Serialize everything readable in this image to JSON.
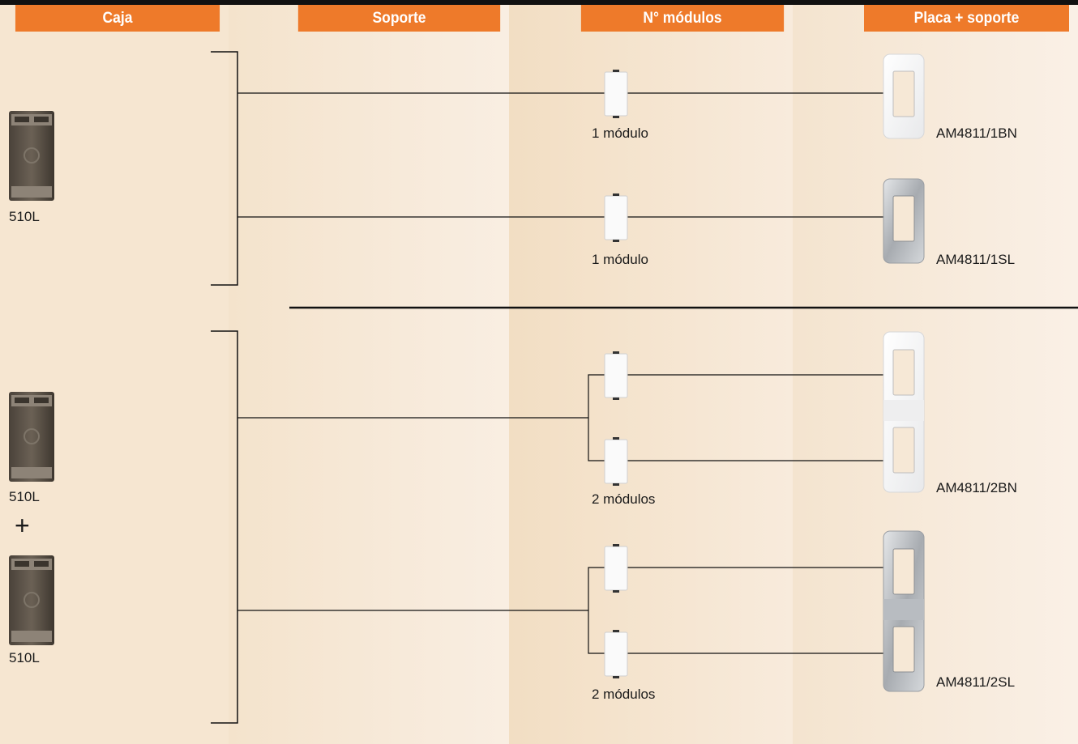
{
  "headers": {
    "caja": "Caja",
    "soporte": "Soporte",
    "modulos": "N° módulos",
    "placa": "Placa + soporte"
  },
  "rows": [
    {
      "module_label": "1 módulo",
      "plate_code": "AM4811/1BN",
      "plate_finish": "white"
    },
    {
      "module_label": "1 módulo",
      "plate_code": "AM4811/1SL",
      "plate_finish": "silver"
    },
    {
      "module_label": "2 módulos",
      "plate_code": "AM4811/2BN",
      "plate_finish": "white"
    },
    {
      "module_label": "2 módulos",
      "plate_code": "AM4811/2SL",
      "plate_finish": "silver"
    }
  ],
  "boxes": {
    "group1_box": "510L",
    "group2_box_top": "510L",
    "group2_plus": "+",
    "group2_box_bottom": "510L"
  },
  "colors": {
    "header_orange": "#ee7a2a",
    "panel_light": "#f8ece0",
    "panel_dark": "#f3e1c7",
    "line": "#111111"
  }
}
